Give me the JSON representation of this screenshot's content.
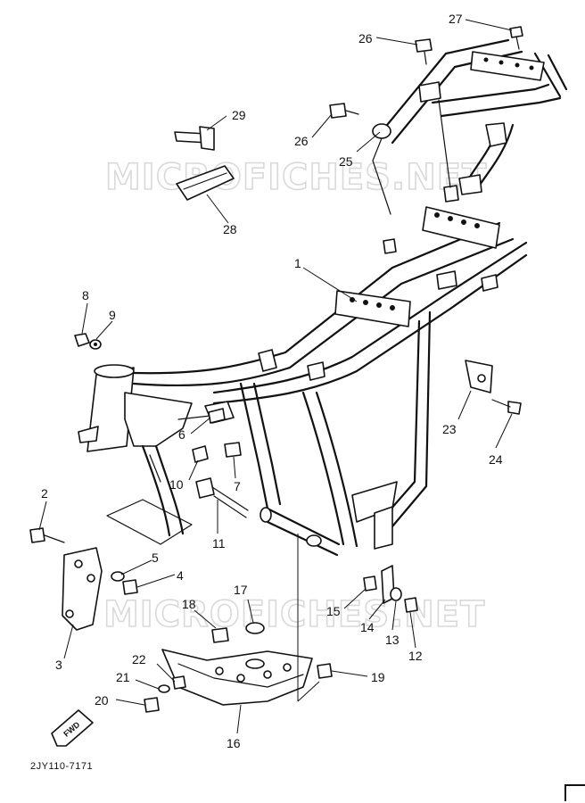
{
  "watermark": "MICROFICHES.NET",
  "reference_code": "2JY110-7171",
  "fwd_label": "FWD",
  "callouts": {
    "c1": "1",
    "c2": "2",
    "c3": "3",
    "c4": "4",
    "c5": "5",
    "c6": "6",
    "c7": "7",
    "c8": "8",
    "c9": "9",
    "c10": "10",
    "c11": "11",
    "c12": "12",
    "c13": "13",
    "c14": "14",
    "c15": "15",
    "c16": "16",
    "c17": "17",
    "c18": "18",
    "c19": "19",
    "c20": "20",
    "c21": "21",
    "c22": "22",
    "c23": "23",
    "c24": "24",
    "c25": "25",
    "c26a": "26",
    "c26b": "26",
    "c27": "27",
    "c28": "28",
    "c29": "29"
  }
}
